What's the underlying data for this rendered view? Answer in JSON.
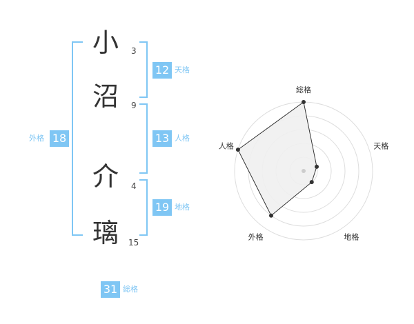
{
  "name": {
    "characters": [
      {
        "char": "小",
        "strokes": "3"
      },
      {
        "char": "沼",
        "strokes": "9"
      },
      {
        "char": "介",
        "strokes": "4"
      },
      {
        "char": "璃",
        "strokes": "15"
      }
    ]
  },
  "fortunes": {
    "tenkaku": {
      "value": "12",
      "label": "天格"
    },
    "jinkaku": {
      "value": "13",
      "label": "人格"
    },
    "chikaku": {
      "value": "19",
      "label": "地格"
    },
    "gaikaku": {
      "value": "18",
      "label": "外格"
    },
    "soukaku": {
      "value": "31",
      "label": "総格"
    }
  },
  "chart_data": {
    "type": "radar",
    "axes": [
      "総格",
      "天格",
      "地格",
      "外格",
      "人格"
    ],
    "values": [
      5,
      1,
      1,
      4,
      5
    ],
    "max": 5,
    "rings": 5,
    "fill_color": "#f0f0f0",
    "line_color": "#333333",
    "grid_color": "#dddddd"
  },
  "colors": {
    "accent": "#7fc6f4",
    "text": "#333333"
  }
}
